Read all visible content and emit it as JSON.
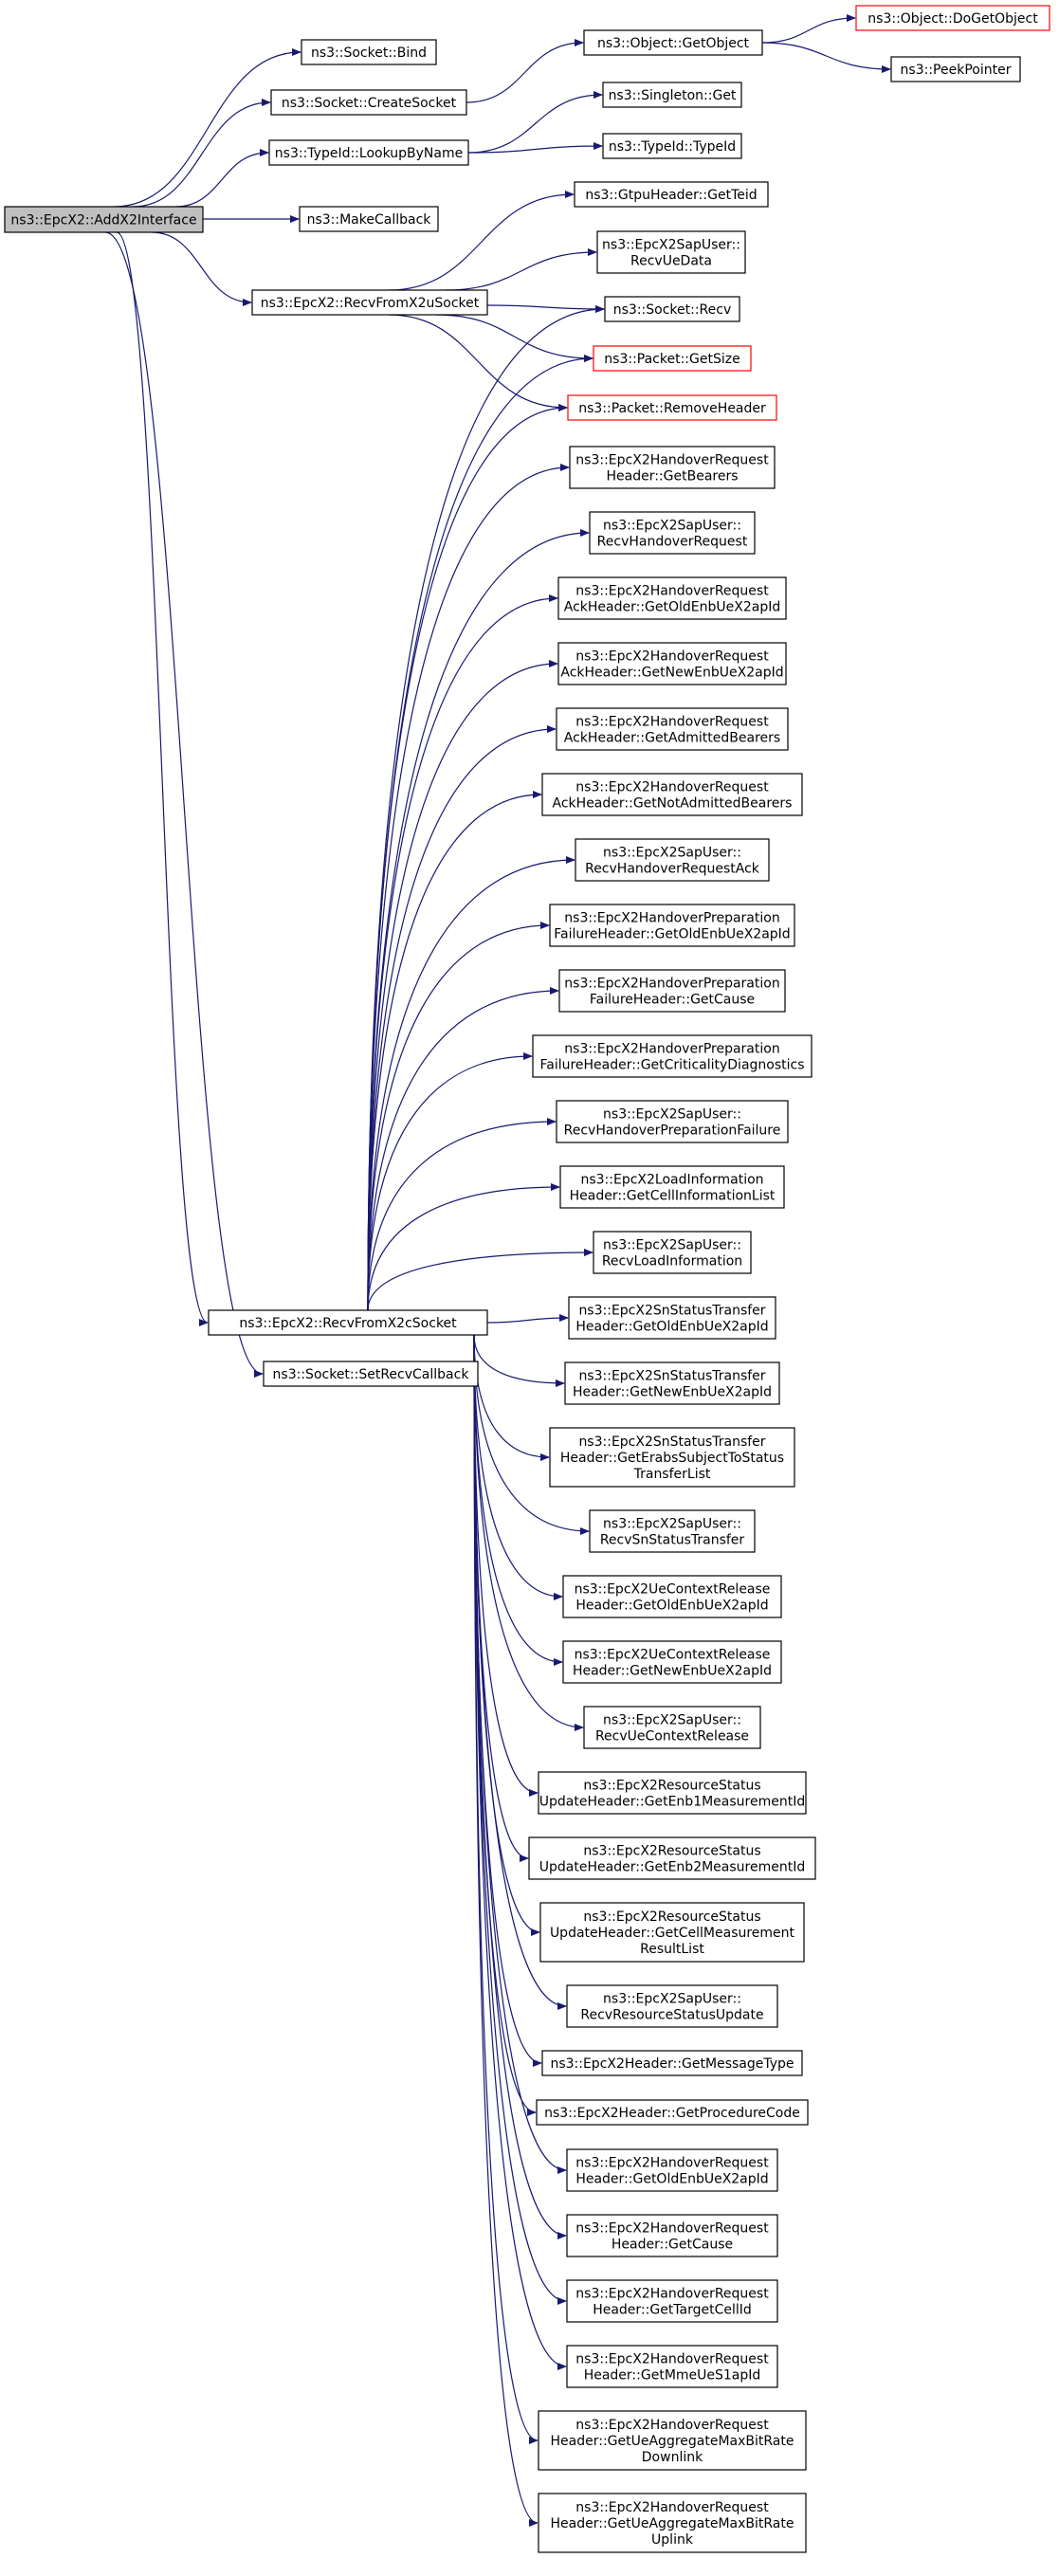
{
  "diagram": {
    "root": "ns3::EpcX2::AddX2Interface",
    "nodes": [
      {
        "id": "root",
        "lines": [
          "ns3::EpcX2::AddX2Interface"
        ],
        "root": true
      },
      {
        "id": "sock_bind",
        "lines": [
          "ns3::Socket::Bind"
        ]
      },
      {
        "id": "sock_create",
        "lines": [
          "ns3::Socket::CreateSocket"
        ]
      },
      {
        "id": "typeid_lookup",
        "lines": [
          "ns3::TypeId::LookupByName"
        ]
      },
      {
        "id": "make_cb",
        "lines": [
          "ns3::MakeCallback"
        ]
      },
      {
        "id": "recv_x2u",
        "lines": [
          "ns3::EpcX2::RecvFromX2uSocket"
        ]
      },
      {
        "id": "recv_x2c",
        "lines": [
          "ns3::EpcX2::RecvFromX2cSocket"
        ]
      },
      {
        "id": "set_recv_cb",
        "lines": [
          "ns3::Socket::SetRecvCallback"
        ]
      },
      {
        "id": "obj_getobject",
        "lines": [
          "ns3::Object::GetObject"
        ]
      },
      {
        "id": "obj_doget",
        "lines": [
          "ns3::Object::DoGetObject"
        ],
        "truncated": true
      },
      {
        "id": "peek_ptr",
        "lines": [
          "ns3::PeekPointer"
        ]
      },
      {
        "id": "singleton_get",
        "lines": [
          "ns3::Singleton::Get"
        ]
      },
      {
        "id": "typeid_typeid",
        "lines": [
          "ns3::TypeId::TypeId"
        ]
      },
      {
        "id": "gtpu_teid",
        "lines": [
          "ns3::GtpuHeader::GetTeid"
        ]
      },
      {
        "id": "sap_recvue",
        "lines": [
          "ns3::EpcX2SapUser::",
          "RecvUeData"
        ]
      },
      {
        "id": "sock_recv",
        "lines": [
          "ns3::Socket::Recv"
        ]
      },
      {
        "id": "pkt_getsize",
        "lines": [
          "ns3::Packet::GetSize"
        ],
        "truncated": true
      },
      {
        "id": "pkt_remove",
        "lines": [
          "ns3::Packet::RemoveHeader"
        ],
        "truncated": true
      },
      {
        "id": "n1",
        "lines": [
          "ns3::EpcX2HandoverRequest",
          "Header::GetBearers"
        ]
      },
      {
        "id": "n2",
        "lines": [
          "ns3::EpcX2SapUser::",
          "RecvHandoverRequest"
        ]
      },
      {
        "id": "n3",
        "lines": [
          "ns3::EpcX2HandoverRequest",
          "AckHeader::GetOldEnbUeX2apId"
        ]
      },
      {
        "id": "n4",
        "lines": [
          "ns3::EpcX2HandoverRequest",
          "AckHeader::GetNewEnbUeX2apId"
        ]
      },
      {
        "id": "n5",
        "lines": [
          "ns3::EpcX2HandoverRequest",
          "AckHeader::GetAdmittedBearers"
        ]
      },
      {
        "id": "n6",
        "lines": [
          "ns3::EpcX2HandoverRequest",
          "AckHeader::GetNotAdmittedBearers"
        ]
      },
      {
        "id": "n7",
        "lines": [
          "ns3::EpcX2SapUser::",
          "RecvHandoverRequestAck"
        ]
      },
      {
        "id": "n8",
        "lines": [
          "ns3::EpcX2HandoverPreparation",
          "FailureHeader::GetOldEnbUeX2apId"
        ]
      },
      {
        "id": "n9",
        "lines": [
          "ns3::EpcX2HandoverPreparation",
          "FailureHeader::GetCause"
        ]
      },
      {
        "id": "n10",
        "lines": [
          "ns3::EpcX2HandoverPreparation",
          "FailureHeader::GetCriticalityDiagnostics"
        ]
      },
      {
        "id": "n11",
        "lines": [
          "ns3::EpcX2SapUser::",
          "RecvHandoverPreparationFailure"
        ]
      },
      {
        "id": "n12",
        "lines": [
          "ns3::EpcX2LoadInformation",
          "Header::GetCellInformationList"
        ]
      },
      {
        "id": "n13",
        "lines": [
          "ns3::EpcX2SapUser::",
          "RecvLoadInformation"
        ]
      },
      {
        "id": "n14",
        "lines": [
          "ns3::EpcX2SnStatusTransfer",
          "Header::GetOldEnbUeX2apId"
        ]
      },
      {
        "id": "n15",
        "lines": [
          "ns3::EpcX2SnStatusTransfer",
          "Header::GetNewEnbUeX2apId"
        ]
      },
      {
        "id": "n16",
        "lines": [
          "ns3::EpcX2SnStatusTransfer",
          "Header::GetErabsSubjectToStatus",
          "TransferList"
        ]
      },
      {
        "id": "n17",
        "lines": [
          "ns3::EpcX2SapUser::",
          "RecvSnStatusTransfer"
        ]
      },
      {
        "id": "n18",
        "lines": [
          "ns3::EpcX2UeContextRelease",
          "Header::GetOldEnbUeX2apId"
        ]
      },
      {
        "id": "n19",
        "lines": [
          "ns3::EpcX2UeContextRelease",
          "Header::GetNewEnbUeX2apId"
        ]
      },
      {
        "id": "n20",
        "lines": [
          "ns3::EpcX2SapUser::",
          "RecvUeContextRelease"
        ]
      },
      {
        "id": "n21",
        "lines": [
          "ns3::EpcX2ResourceStatus",
          "UpdateHeader::GetEnb1MeasurementId"
        ]
      },
      {
        "id": "n22",
        "lines": [
          "ns3::EpcX2ResourceStatus",
          "UpdateHeader::GetEnb2MeasurementId"
        ]
      },
      {
        "id": "n23",
        "lines": [
          "ns3::EpcX2ResourceStatus",
          "UpdateHeader::GetCellMeasurement",
          "ResultList"
        ]
      },
      {
        "id": "n24",
        "lines": [
          "ns3::EpcX2SapUser::",
          "RecvResourceStatusUpdate"
        ]
      },
      {
        "id": "n25",
        "lines": [
          "ns3::EpcX2Header::GetMessageType"
        ]
      },
      {
        "id": "n26",
        "lines": [
          "ns3::EpcX2Header::GetProcedureCode"
        ]
      },
      {
        "id": "n27",
        "lines": [
          "ns3::EpcX2HandoverRequest",
          "Header::GetOldEnbUeX2apId"
        ]
      },
      {
        "id": "n28",
        "lines": [
          "ns3::EpcX2HandoverRequest",
          "Header::GetCause"
        ]
      },
      {
        "id": "n29",
        "lines": [
          "ns3::EpcX2HandoverRequest",
          "Header::GetTargetCellId"
        ]
      },
      {
        "id": "n30",
        "lines": [
          "ns3::EpcX2HandoverRequest",
          "Header::GetMmeUeS1apId"
        ]
      },
      {
        "id": "n31",
        "lines": [
          "ns3::EpcX2HandoverRequest",
          "Header::GetUeAggregateMaxBitRate",
          "Downlink"
        ]
      },
      {
        "id": "n32",
        "lines": [
          "ns3::EpcX2HandoverRequest",
          "Header::GetUeAggregateMaxBitRate",
          "Uplink"
        ]
      }
    ],
    "edges": [
      [
        "root",
        "sock_bind"
      ],
      [
        "root",
        "sock_create"
      ],
      [
        "root",
        "typeid_lookup"
      ],
      [
        "root",
        "make_cb"
      ],
      [
        "root",
        "recv_x2u"
      ],
      [
        "root",
        "recv_x2c"
      ],
      [
        "root",
        "set_recv_cb"
      ],
      [
        "sock_create",
        "obj_getobject"
      ],
      [
        "obj_getobject",
        "obj_doget"
      ],
      [
        "obj_getobject",
        "peek_ptr"
      ],
      [
        "typeid_lookup",
        "singleton_get"
      ],
      [
        "typeid_lookup",
        "typeid_typeid"
      ],
      [
        "recv_x2u",
        "gtpu_teid"
      ],
      [
        "recv_x2u",
        "sap_recvue"
      ],
      [
        "recv_x2u",
        "sock_recv"
      ],
      [
        "recv_x2u",
        "pkt_getsize"
      ],
      [
        "recv_x2u",
        "pkt_remove"
      ],
      [
        "recv_x2c",
        "sock_recv"
      ],
      [
        "recv_x2c",
        "pkt_getsize"
      ],
      [
        "recv_x2c",
        "pkt_remove"
      ],
      [
        "recv_x2c",
        "n1"
      ],
      [
        "recv_x2c",
        "n2"
      ],
      [
        "recv_x2c",
        "n3"
      ],
      [
        "recv_x2c",
        "n4"
      ],
      [
        "recv_x2c",
        "n5"
      ],
      [
        "recv_x2c",
        "n6"
      ],
      [
        "recv_x2c",
        "n7"
      ],
      [
        "recv_x2c",
        "n8"
      ],
      [
        "recv_x2c",
        "n9"
      ],
      [
        "recv_x2c",
        "n10"
      ],
      [
        "recv_x2c",
        "n11"
      ],
      [
        "recv_x2c",
        "n12"
      ],
      [
        "recv_x2c",
        "n13"
      ],
      [
        "recv_x2c",
        "n14"
      ],
      [
        "recv_x2c",
        "n15"
      ],
      [
        "recv_x2c",
        "n16"
      ],
      [
        "recv_x2c",
        "n17"
      ],
      [
        "recv_x2c",
        "n18"
      ],
      [
        "recv_x2c",
        "n19"
      ],
      [
        "recv_x2c",
        "n20"
      ],
      [
        "recv_x2c",
        "n21"
      ],
      [
        "recv_x2c",
        "n22"
      ],
      [
        "recv_x2c",
        "n23"
      ],
      [
        "recv_x2c",
        "n24"
      ],
      [
        "recv_x2c",
        "n25"
      ],
      [
        "recv_x2c",
        "n26"
      ],
      [
        "recv_x2c",
        "n27"
      ],
      [
        "recv_x2c",
        "n28"
      ],
      [
        "recv_x2c",
        "n29"
      ],
      [
        "recv_x2c",
        "n30"
      ],
      [
        "recv_x2c",
        "n31"
      ],
      [
        "recv_x2c",
        "n32"
      ]
    ]
  },
  "colors": {
    "edge": "#191970",
    "node_border": "#000000",
    "truncated_border": "#ff0000",
    "root_fill": "#bfbfbf",
    "node_fill": "#ffffff"
  }
}
